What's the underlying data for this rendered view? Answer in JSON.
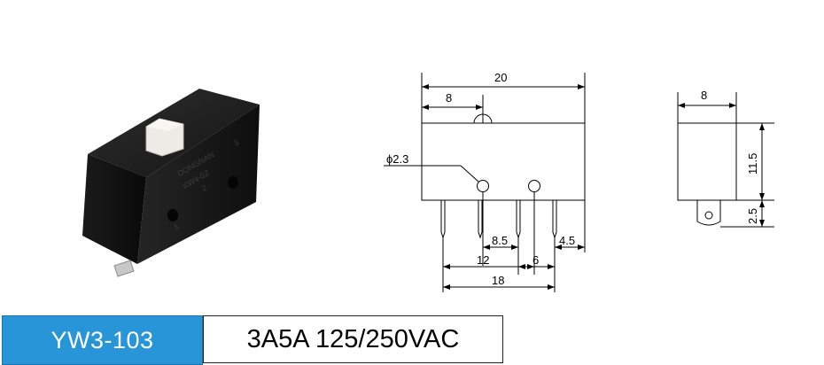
{
  "product": {
    "model": "YW3-103",
    "rating": "3A5A 125/250VAC",
    "body_markings": [
      "DONGNAN",
      "KW4-0Z",
      "1",
      "2",
      "3"
    ]
  },
  "front_view": {
    "dims": {
      "overall_width": "20",
      "actuator_offset": "8",
      "hole_diameter": "ϕ2.3",
      "pin_pitch_a": "8.5",
      "pin_edge": "4.5",
      "pin_span_12": "12",
      "hole_pitch": "6",
      "pin_span_18": "18"
    }
  },
  "side_view": {
    "dims": {
      "width": "8",
      "body_height": "11.5",
      "terminal_height": "2.5"
    }
  },
  "colors": {
    "model_bg": "#2795d8",
    "body": "#1b1b1b",
    "actuator": "#ecebe6"
  }
}
